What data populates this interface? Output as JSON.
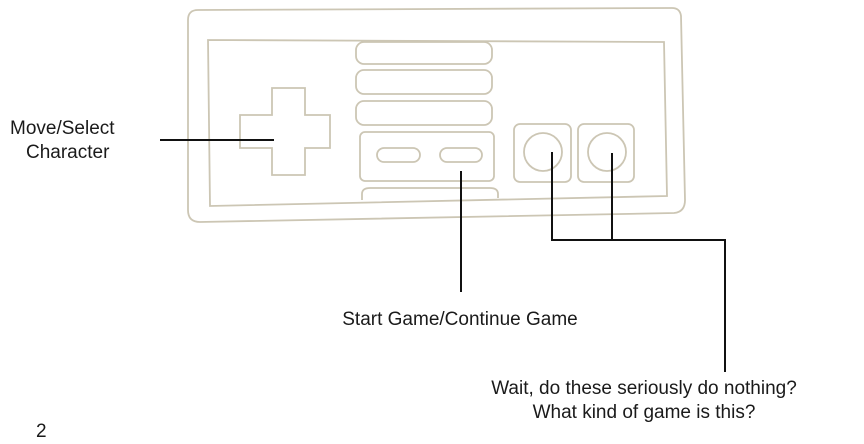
{
  "labels": {
    "dpad_line1": "Move/Select",
    "dpad_line2": "Character",
    "start_select": "Start Game/Continue Game",
    "ab_line1": "Wait, do these seriously do nothing?",
    "ab_line2": "What kind of game is this?",
    "page_number": "2"
  },
  "colors": {
    "controller_outline": "#ccc6b4",
    "leader_line": "#111111",
    "text": "#1a1a1a"
  }
}
